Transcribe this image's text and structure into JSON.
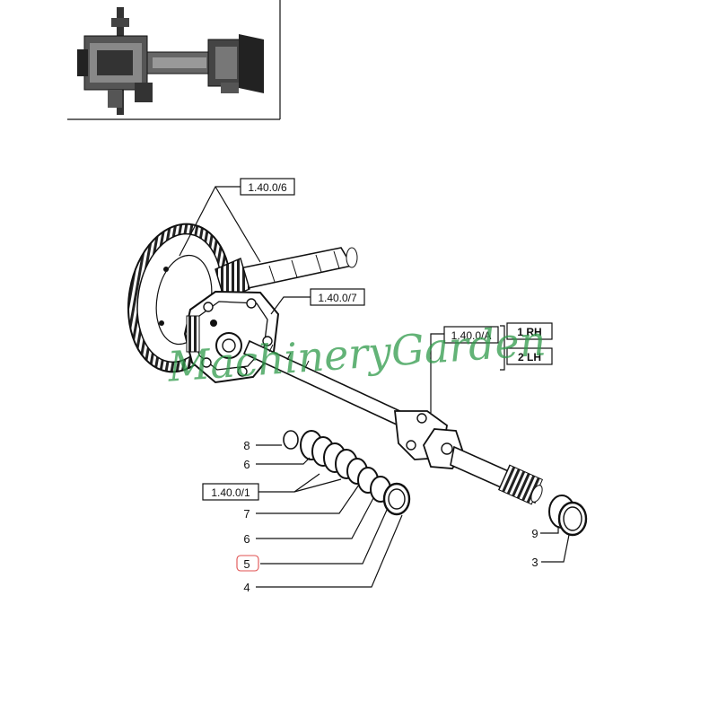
{
  "refs": {
    "r6": "1.40.0/6",
    "r7": "1.40.0/7",
    "ra": "1.40.0/A",
    "r1": "1.40.0/1"
  },
  "side_labels": {
    "rh": "1 RH",
    "lh": "2 LH"
  },
  "items": {
    "n8": "8",
    "n6a": "6",
    "n7": "7",
    "n6b": "6",
    "n5": "5",
    "n4": "4",
    "n9": "9",
    "n3": "3"
  },
  "watermark": "MachineryGarden",
  "colors": {
    "ink": "#1a1a1a",
    "watermark": "#2f9a4a",
    "highlight": "#e05050"
  }
}
